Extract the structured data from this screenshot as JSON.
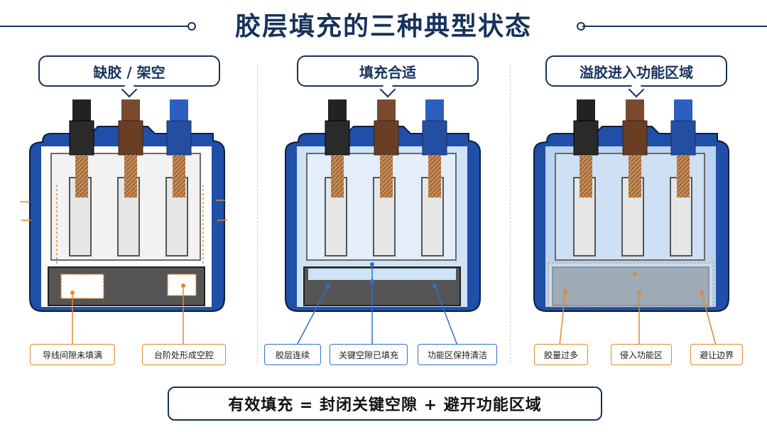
{
  "title": "胶层填充的三种典型状态",
  "panels": [
    {
      "heading": "缺胶 / 架空",
      "callouts": [
        "导线间隙未填满",
        "台阶处形成空腔"
      ]
    },
    {
      "heading": "填充合适",
      "callouts": [
        "胶层连续",
        "关键空隙已填充",
        "功能区保持清洁"
      ]
    },
    {
      "heading": "溢胶进入功能区域",
      "callouts": [
        "胶量过多",
        "侵入功能区",
        "避让边界"
      ]
    }
  ],
  "formula": "有效填充 = 封闭关键空隙 + 避开功能区域",
  "colors": {
    "navy": "#16325c",
    "housing_blue": "#1f4fa8",
    "orange_callout": "#e08a2e",
    "blue_callout": "#2f6fd0",
    "wire_black": "#222222",
    "wire_brown": "#7a4a2e",
    "wire_blue": "#2c5fbf",
    "glue_fill": "#cfe3f7"
  }
}
